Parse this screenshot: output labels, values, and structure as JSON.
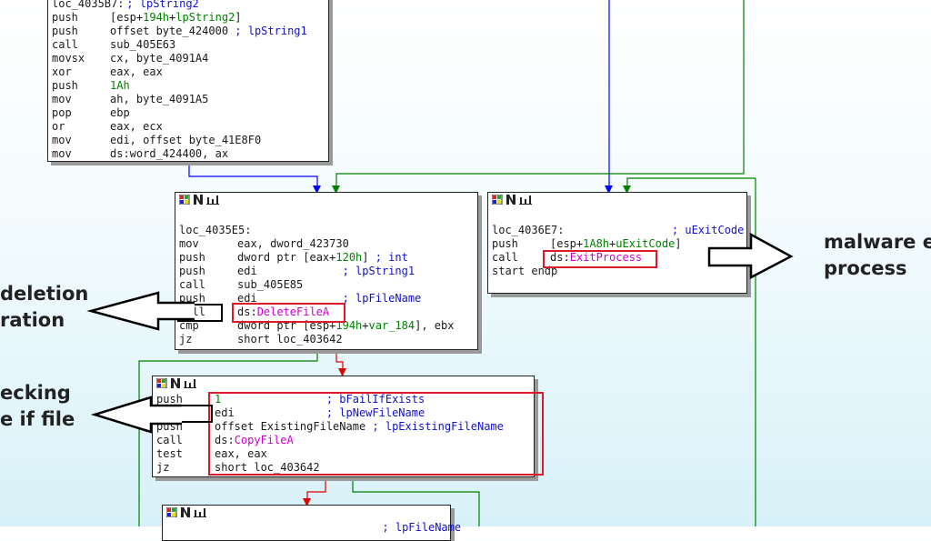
{
  "node_top": {
    "lines": [
      {
        "mn": "loc_4035B7:",
        "ops": [
          {
            "t": "; lpString2",
            "c": "cmt"
          }
        ],
        "label": true
      },
      {
        "mn": "push",
        "ops": [
          {
            "t": "[esp+"
          },
          {
            "t": "194h",
            "c": "num"
          },
          {
            "t": "+"
          },
          {
            "t": "lpString2",
            "c": "num"
          },
          {
            "t": "]"
          }
        ]
      },
      {
        "mn": "push",
        "ops": [
          {
            "t": "offset byte_424000 "
          },
          {
            "t": "; lpString1",
            "c": "cmt"
          }
        ]
      },
      {
        "mn": "call",
        "ops": [
          {
            "t": "sub_405E63"
          }
        ]
      },
      {
        "mn": "movsx",
        "ops": [
          {
            "t": "cx, byte_4091A4"
          }
        ]
      },
      {
        "mn": "xor",
        "ops": [
          {
            "t": "eax, eax"
          }
        ]
      },
      {
        "mn": "push",
        "ops": [
          {
            "t": "1Ah",
            "c": "num"
          }
        ]
      },
      {
        "mn": "mov",
        "ops": [
          {
            "t": "ah, byte_4091A5"
          }
        ]
      },
      {
        "mn": "pop",
        "ops": [
          {
            "t": "ebp"
          }
        ]
      },
      {
        "mn": "or",
        "ops": [
          {
            "t": "eax, ecx"
          }
        ]
      },
      {
        "mn": "mov",
        "ops": [
          {
            "t": "edi, offset byte_41E8F0"
          }
        ]
      },
      {
        "mn": "mov",
        "ops": [
          {
            "t": "ds:word_424400, ax"
          }
        ]
      }
    ]
  },
  "node_delete": {
    "lines": [
      {
        "blank": true
      },
      {
        "mn": "loc_4035E5:",
        "ops": [],
        "label": true
      },
      {
        "mn": "mov",
        "ops": [
          {
            "t": "eax, dword_423730"
          }
        ]
      },
      {
        "mn": "push",
        "ops": [
          {
            "t": "dword ptr [eax+"
          },
          {
            "t": "120h",
            "c": "num"
          },
          {
            "t": "] "
          },
          {
            "t": "; int",
            "c": "cmt"
          }
        ]
      },
      {
        "mn": "push",
        "ops": [
          {
            "t": "edi             "
          },
          {
            "t": "; lpString1",
            "c": "cmt"
          }
        ]
      },
      {
        "mn": "call",
        "ops": [
          {
            "t": "sub_405E85"
          }
        ]
      },
      {
        "mn": "push",
        "ops": [
          {
            "t": "edi             "
          },
          {
            "t": "; lpFileName",
            "c": "cmt"
          }
        ]
      },
      {
        "mn": "call",
        "ops": [
          {
            "t": "ds:"
          },
          {
            "t": "DeleteFileA",
            "c": "api"
          }
        ]
      },
      {
        "mn": "cmp",
        "ops": [
          {
            "t": "dword ptr [esp+"
          },
          {
            "t": "194h",
            "c": "num"
          },
          {
            "t": "+"
          },
          {
            "t": "var_184",
            "c": "num"
          },
          {
            "t": "], ebx"
          }
        ]
      },
      {
        "mn": "jz",
        "ops": [
          {
            "t": "short loc_403642"
          }
        ]
      }
    ]
  },
  "node_exit": {
    "lines": [
      {
        "blank": true
      },
      {
        "mn": "loc_4036E7:",
        "ops": [
          {
            "t": "                ; uExitCode",
            "c": "cmt"
          }
        ],
        "label": true
      },
      {
        "mn": "push",
        "ops": [
          {
            "t": "[esp+"
          },
          {
            "t": "1A8h",
            "c": "num"
          },
          {
            "t": "+"
          },
          {
            "t": "uExitCode",
            "c": "num"
          },
          {
            "t": "]"
          }
        ]
      },
      {
        "mn": "call",
        "ops": [
          {
            "t": "ds:"
          },
          {
            "t": "ExitProcess",
            "c": "api"
          }
        ]
      },
      {
        "mn": "start endp",
        "ops": [],
        "label": true
      }
    ]
  },
  "node_copy": {
    "lines": [
      {
        "mn": "push",
        "ops": [
          {
            "t": "1",
            "c": "num"
          },
          {
            "t": "                ; bFailIfExists",
            "c": "cmt"
          }
        ]
      },
      {
        "mn": "push",
        "ops": [
          {
            "t": "edi              "
          },
          {
            "t": "; lpNewFileName",
            "c": "cmt"
          }
        ]
      },
      {
        "mn": "push",
        "ops": [
          {
            "t": "offset ExistingFileName "
          },
          {
            "t": "; lpExistingFileName",
            "c": "cmt"
          }
        ]
      },
      {
        "mn": "call",
        "ops": [
          {
            "t": "ds:"
          },
          {
            "t": "CopyFileA",
            "c": "api"
          }
        ]
      },
      {
        "mn": "test",
        "ops": [
          {
            "t": "eax, eax"
          }
        ]
      },
      {
        "mn": "jz",
        "ops": [
          {
            "t": "short loc_403642"
          }
        ]
      }
    ]
  },
  "node_bottom": {
    "lines": [
      {
        "mn": "",
        "ops": [
          {
            "t": "                        ; lpFileName",
            "c": "cmt"
          }
        ]
      }
    ]
  },
  "annotations": {
    "deletion_line1": "deletion",
    "deletion_line2": "ration",
    "checking_line1": "ecking",
    "checking_line2": "e if file",
    "exit_line1": "malware ex",
    "exit_line2": "process"
  },
  "colors": {
    "comment": "#1111cc",
    "number": "#008000",
    "api": "#cc00cc",
    "highlight": "#e0182a",
    "edge_blue": "#0000ff",
    "edge_green": "#008000",
    "edge_red": "#e00000"
  }
}
